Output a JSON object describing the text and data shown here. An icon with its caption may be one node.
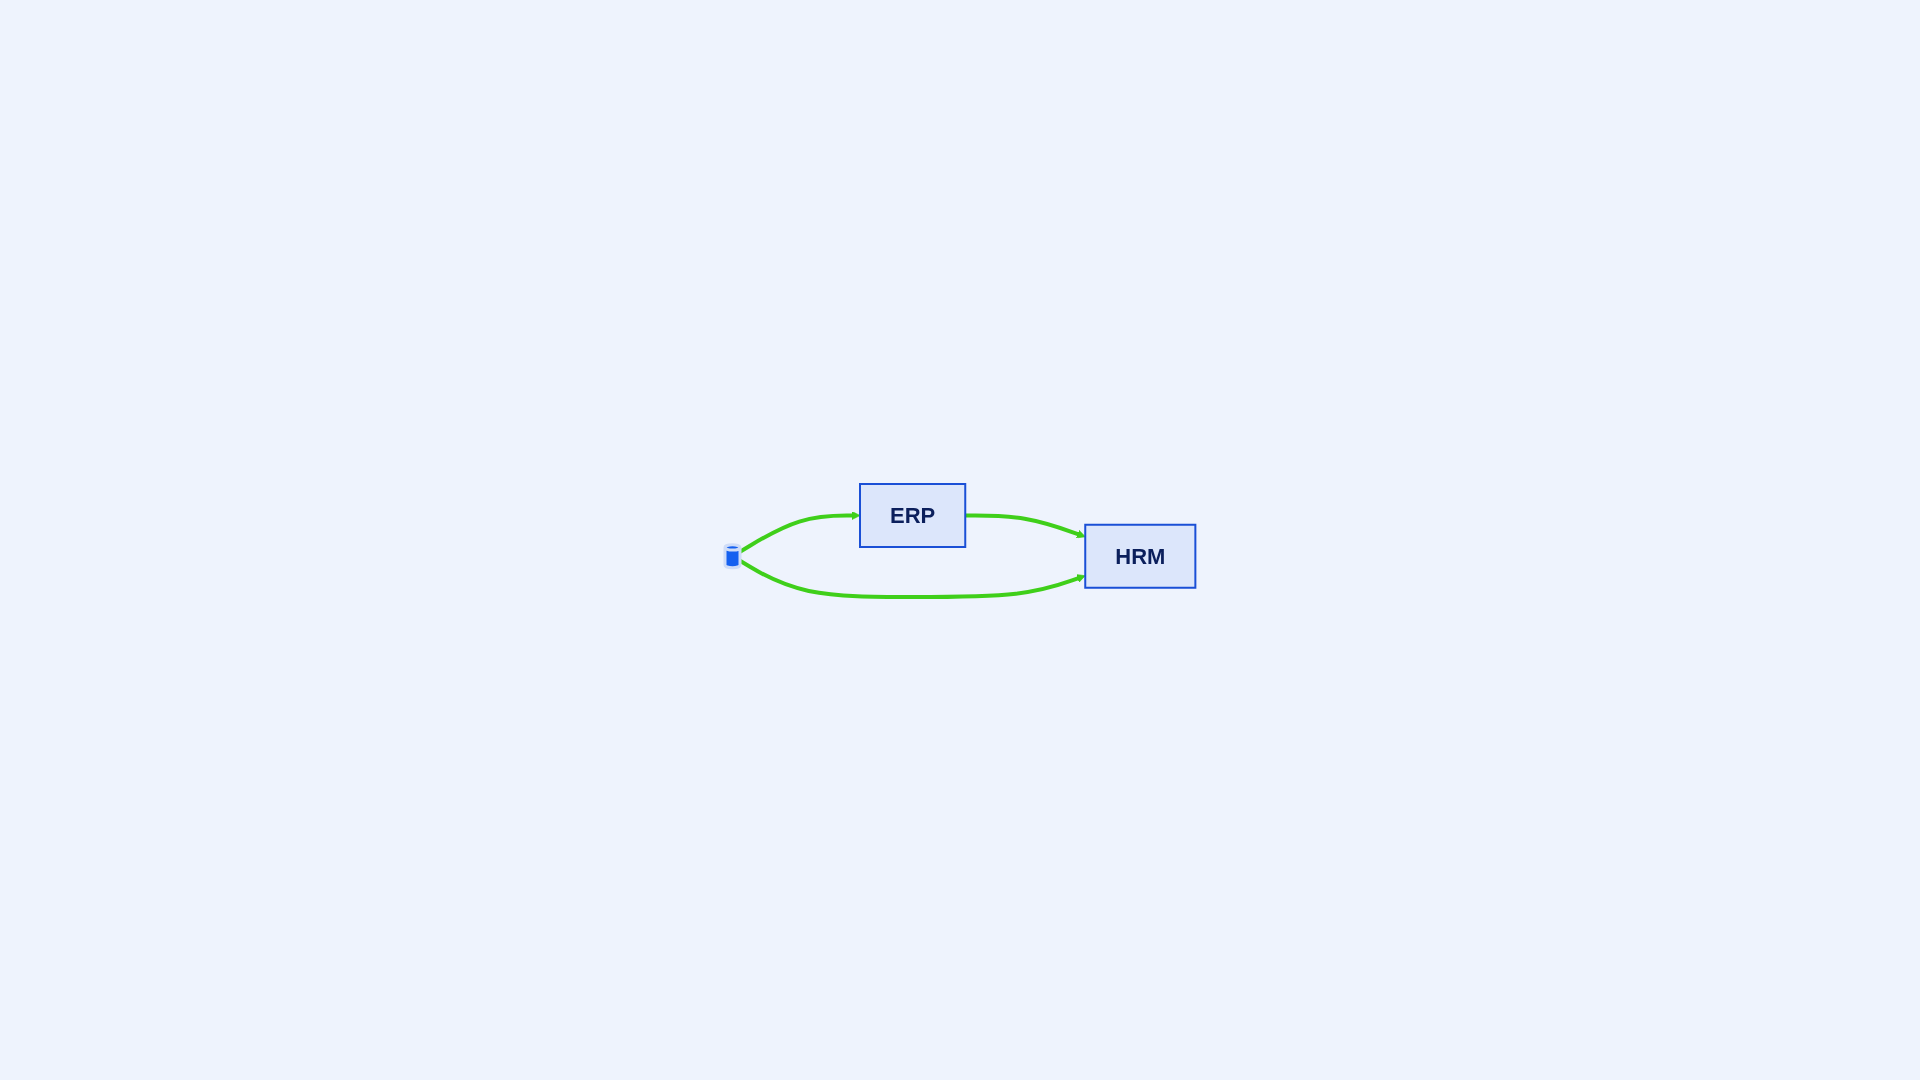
{
  "diagram": {
    "nodes": [
      {
        "text": [
          "ERP"
        ]
      },
      {
        "text": [
          "HRM"
        ]
      },
      {
        "text": [],
        "shape": "cylinder"
      }
    ],
    "edges": [
      {
        "from": 0,
        "to": 1,
        "arrow": "to"
      },
      {
        "from": 2,
        "to": 1,
        "arrow": "to"
      },
      {
        "from": 2,
        "to": 0,
        "arrow": "to"
      }
    ]
  }
}
